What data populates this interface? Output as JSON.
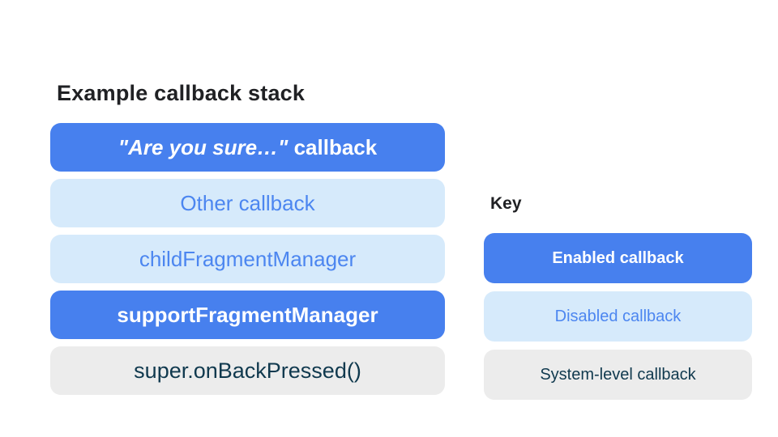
{
  "colors": {
    "page_bg": "#ffffff",
    "title_text": "#202124",
    "enabled_bg": "#4780EE",
    "enabled_text": "#ffffff",
    "disabled_bg": "#D6EAFB",
    "disabled_text": "#4C86F0",
    "system_bg": "#ECECEC",
    "system_text": "#10394E"
  },
  "stack": {
    "title": "Example callback stack",
    "items": [
      {
        "label_quote": "\"Are you sure…\"",
        "label_rest": " callback",
        "type": "enabled"
      },
      {
        "label": "Other callback",
        "type": "disabled"
      },
      {
        "label": "childFragmentManager",
        "type": "disabled"
      },
      {
        "label": "supportFragmentManager",
        "type": "enabled"
      },
      {
        "label": "super.onBackPressed()",
        "type": "system"
      }
    ]
  },
  "key": {
    "title": "Key",
    "items": [
      {
        "label": "Enabled callback",
        "type": "enabled"
      },
      {
        "label": "Disabled callback",
        "type": "disabled"
      },
      {
        "label": "System-level callback",
        "type": "system"
      }
    ]
  }
}
